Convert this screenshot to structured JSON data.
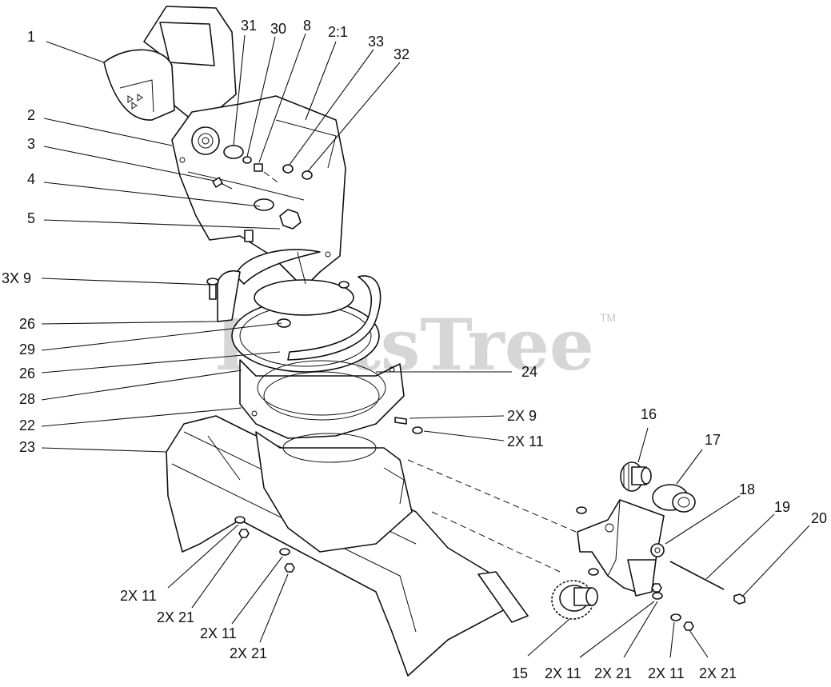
{
  "watermark": {
    "text": "PartsTree",
    "tm": "TM"
  },
  "callouts": {
    "c1": "1",
    "c2": "2",
    "c3": "3",
    "c4": "4",
    "c5": "5",
    "c31": "31",
    "c30": "30",
    "c8": "8",
    "c21r": "2:1",
    "c33": "33",
    "c32": "32",
    "c3x9": "3X 9",
    "c26a": "26",
    "c29": "29",
    "c26b": "26",
    "c28": "28",
    "c22": "22",
    "c23": "23",
    "c24": "24",
    "c2x9": "2X 9",
    "c2x11a": "2X 11",
    "c16": "16",
    "c17": "17",
    "c18": "18",
    "c19": "19",
    "c20": "20",
    "c2x11b": "2X 11",
    "c2x21b": "2X 21",
    "c2x11c": "2X 11",
    "c2x21c": "2X 21",
    "c15": "15",
    "c2x11d": "2X 11",
    "c2x21d": "2X 21",
    "c2x11e": "2X 11",
    "c2x21e": "2X 21"
  }
}
